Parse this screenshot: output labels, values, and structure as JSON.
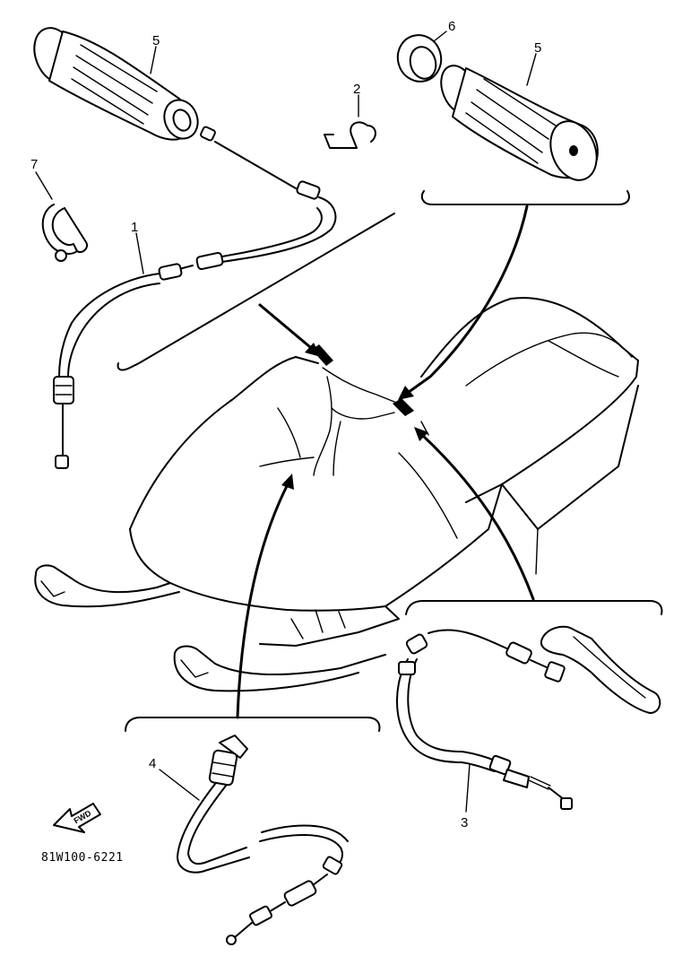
{
  "callouts": {
    "p1": "1",
    "p2": "2",
    "p3": "3",
    "p4": "4",
    "p5_left": "5",
    "p5_right": "5",
    "p6": "6",
    "p7": "7"
  },
  "fwd_label": "FWD",
  "diagram_code": "81W100-6221"
}
